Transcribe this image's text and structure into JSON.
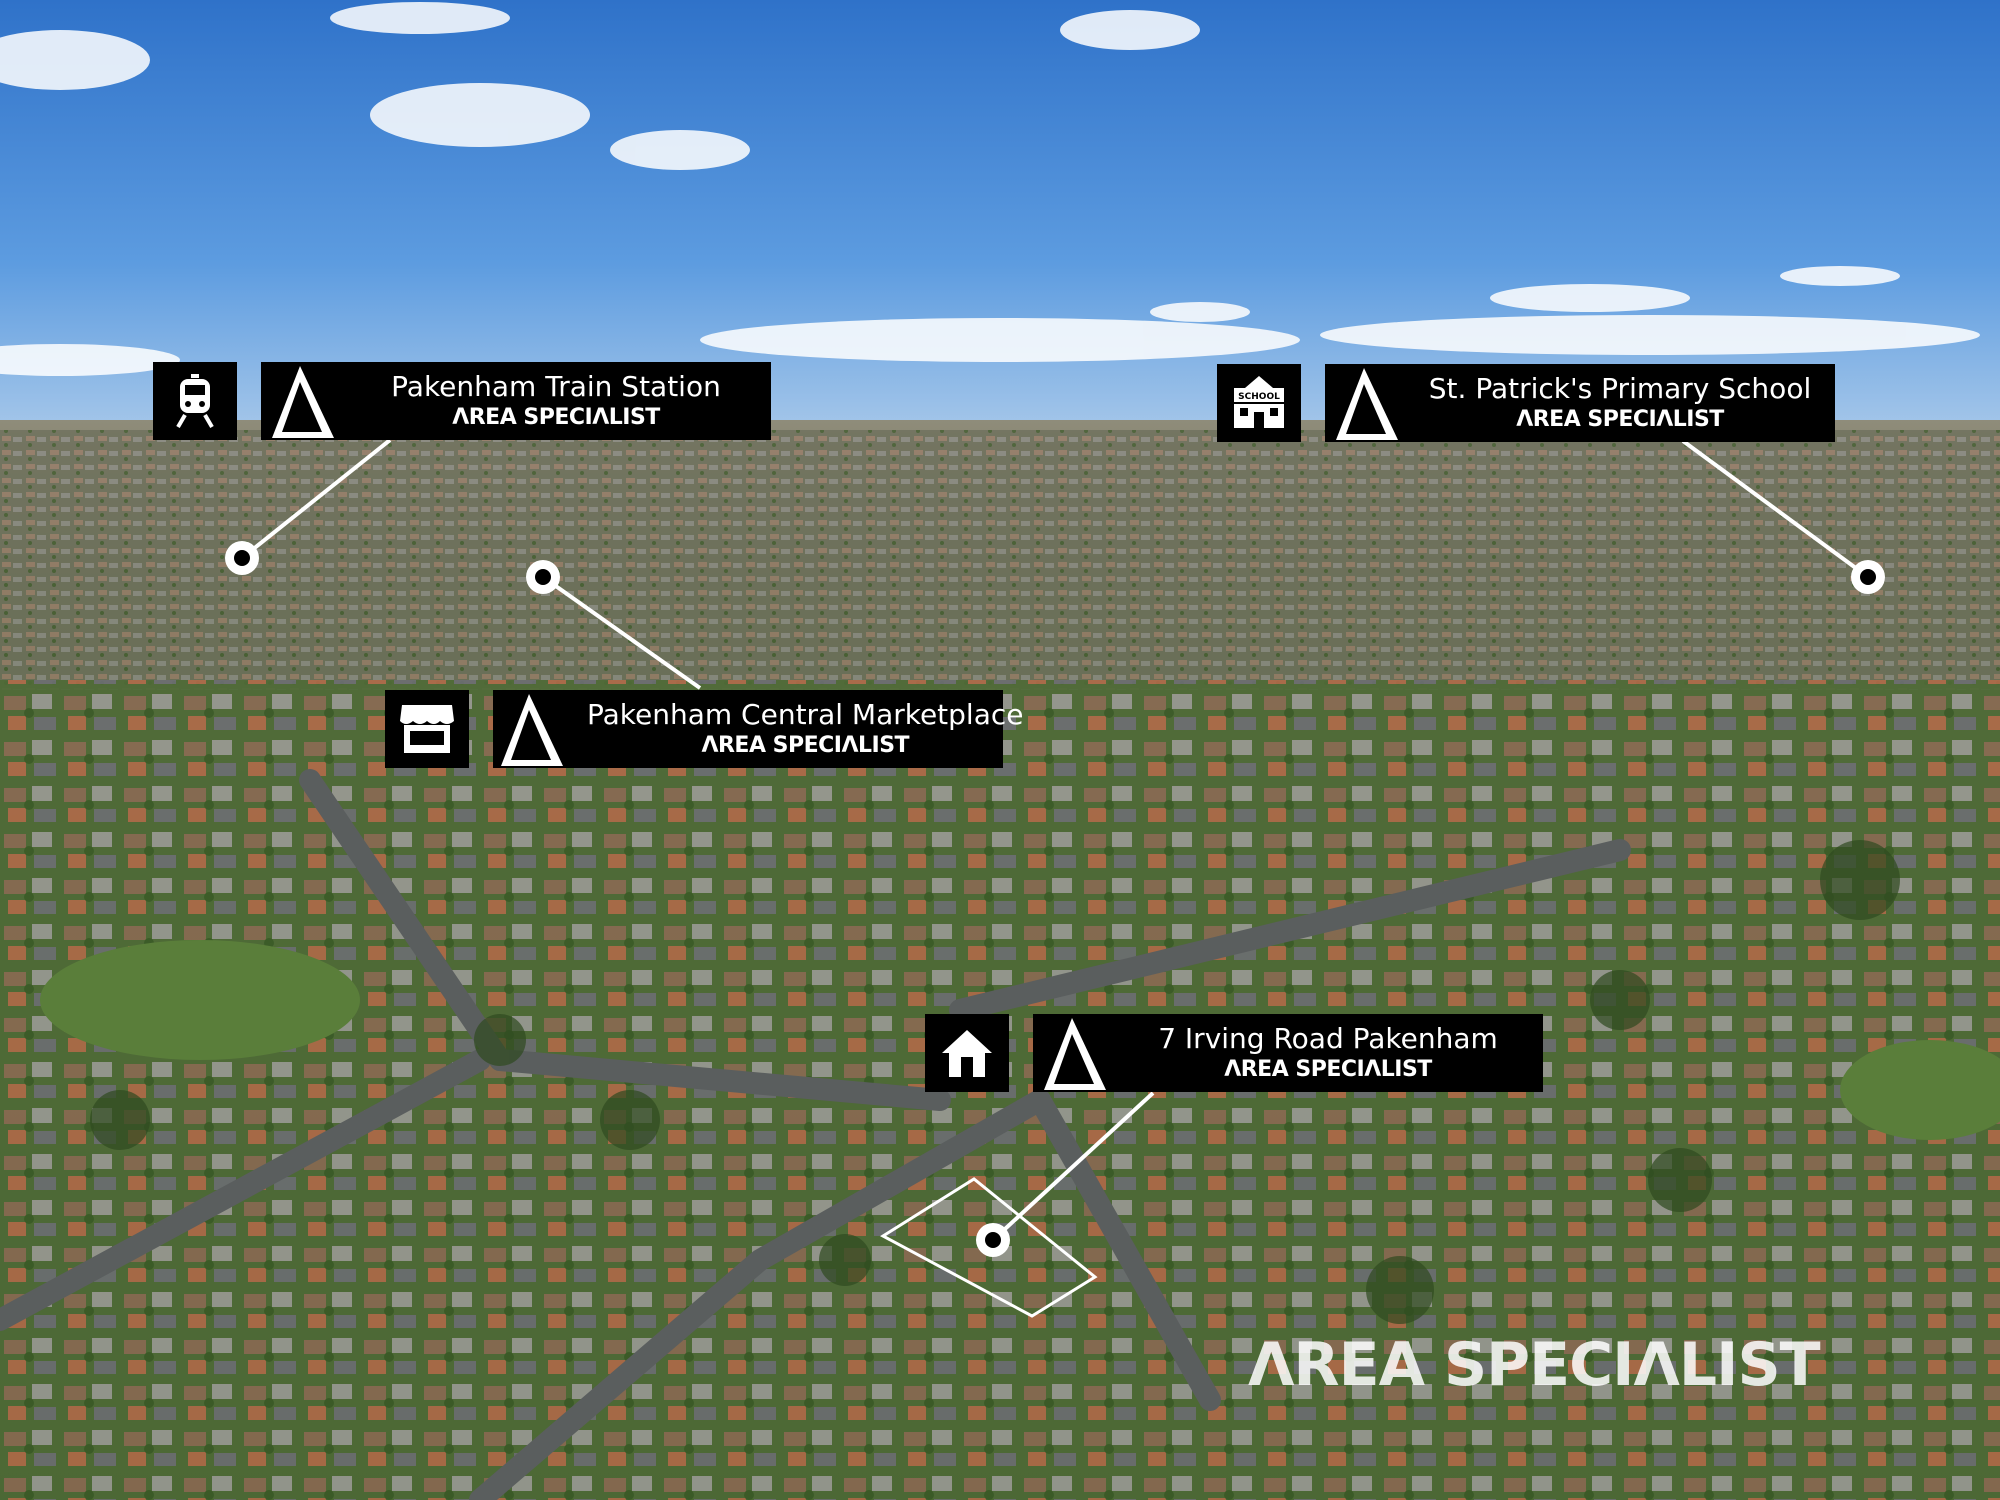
{
  "scene": {
    "description_free": true,
    "sky_color": "#3f85d6",
    "accent_color": "#000000"
  },
  "callouts": [
    {
      "icon": "train-icon",
      "title": "Pakenham Train Station",
      "subtitle": "ΛREA SPECIΛLIST"
    },
    {
      "icon": "school-icon",
      "icon_text": "SCHOOL",
      "title": "St. Patrick's Primary School",
      "subtitle": "ΛREA SPECIΛLIST"
    },
    {
      "icon": "shop-icon",
      "title": "Pakenham Central Marketplace",
      "subtitle": "ΛREA SPECIΛLIST"
    },
    {
      "icon": "house-icon",
      "title": "7 Irving Road Pakenham",
      "subtitle": "ΛREA SPECIΛLIST"
    }
  ],
  "watermark": "ΛREA SPECIΛLIST"
}
